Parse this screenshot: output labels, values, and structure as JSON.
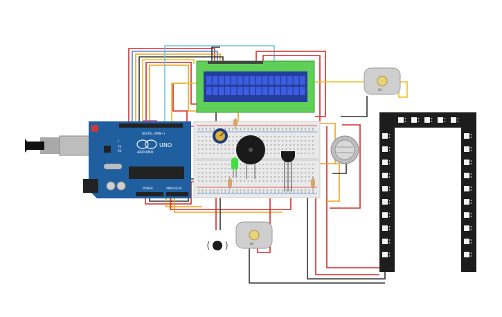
{
  "canvas": {
    "background": "#ffffff"
  },
  "colors": {
    "arduino_board": "#1f5fa0",
    "arduino_dark": "#17477a",
    "lcd_frame": "#5fcf58",
    "lcd_screen": "#2b44c8",
    "lcd_cell": "#3d5de0",
    "breadboard": "#e9e9e9",
    "wire_red": "#d62a2a",
    "wire_black": "#333333",
    "wire_orange": "#f0a21a",
    "wire_blue": "#4a86d8",
    "wire_cyan": "#6fc6d6",
    "wire_yellow": "#e8c21e",
    "wire_magenta": "#d03fa8",
    "led_strip": "#1d1d1d",
    "led_green": "#44dd44"
  },
  "arduino": {
    "brand_label": "ARDUINO",
    "model_label": "UNO",
    "power_label": "POWER",
    "analog_label": "ANALOG IN",
    "digital_label": "DIGITAL (PWM~)",
    "tx_label": "TX",
    "rx_label": "RX",
    "l_label": "L"
  },
  "motors": {
    "top_label": "DC",
    "bottom_label": "DC"
  },
  "components": [
    {
      "name": "lcd-16x2-display",
      "icon": "lcd-icon"
    },
    {
      "name": "potentiometer",
      "icon": "knob-icon"
    },
    {
      "name": "piezo-buzzer",
      "icon": "buzzer-icon"
    },
    {
      "name": "temperature-sensor",
      "icon": "transistor-icon"
    },
    {
      "name": "gas-sensor",
      "icon": "gas-sensor-icon"
    },
    {
      "name": "green-led",
      "icon": "led-icon"
    },
    {
      "name": "vibration-motor",
      "icon": "vibration-motor-icon"
    },
    {
      "name": "neopixel-strip",
      "icon": "led-strip-icon"
    }
  ]
}
